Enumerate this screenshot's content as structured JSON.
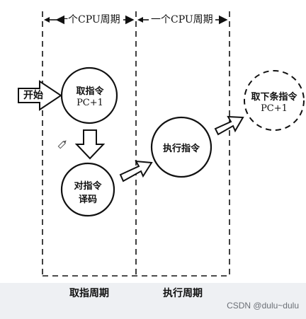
{
  "header": {
    "left": "一个CPU周期",
    "right": "一个CPU周期"
  },
  "start": "开始",
  "nodes": {
    "fetch": {
      "line1": "取指令",
      "line2": "PC+1"
    },
    "decode": {
      "line1": "对指令",
      "line2": "译码"
    },
    "execute": {
      "line1": "执行指令"
    },
    "next": {
      "line1": "取下条指令",
      "line2": "PC+1"
    }
  },
  "phases": {
    "fetch": "取指周期",
    "execute": "执行周期"
  },
  "watermark": "CSDN @dulu~dulu"
}
